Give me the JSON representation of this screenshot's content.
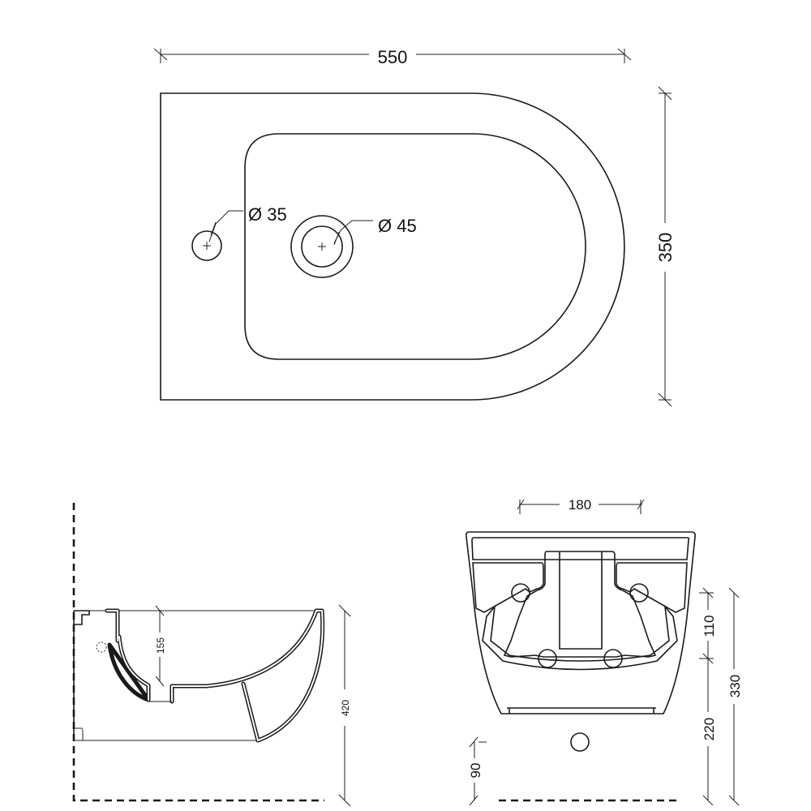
{
  "top_view": {
    "width_dim": "550",
    "depth_dim": "350",
    "small_hole_label": "Ø 35",
    "large_hole_label": "Ø 45"
  },
  "side_view": {
    "height_dim": "420",
    "bowl_depth_dim": "155"
  },
  "back_view": {
    "fixing_spacing_dim": "180",
    "fixing_height_dim": "110",
    "lower_fixing_dim": "220",
    "total_height_dim": "330",
    "waste_height_dim": "90"
  }
}
